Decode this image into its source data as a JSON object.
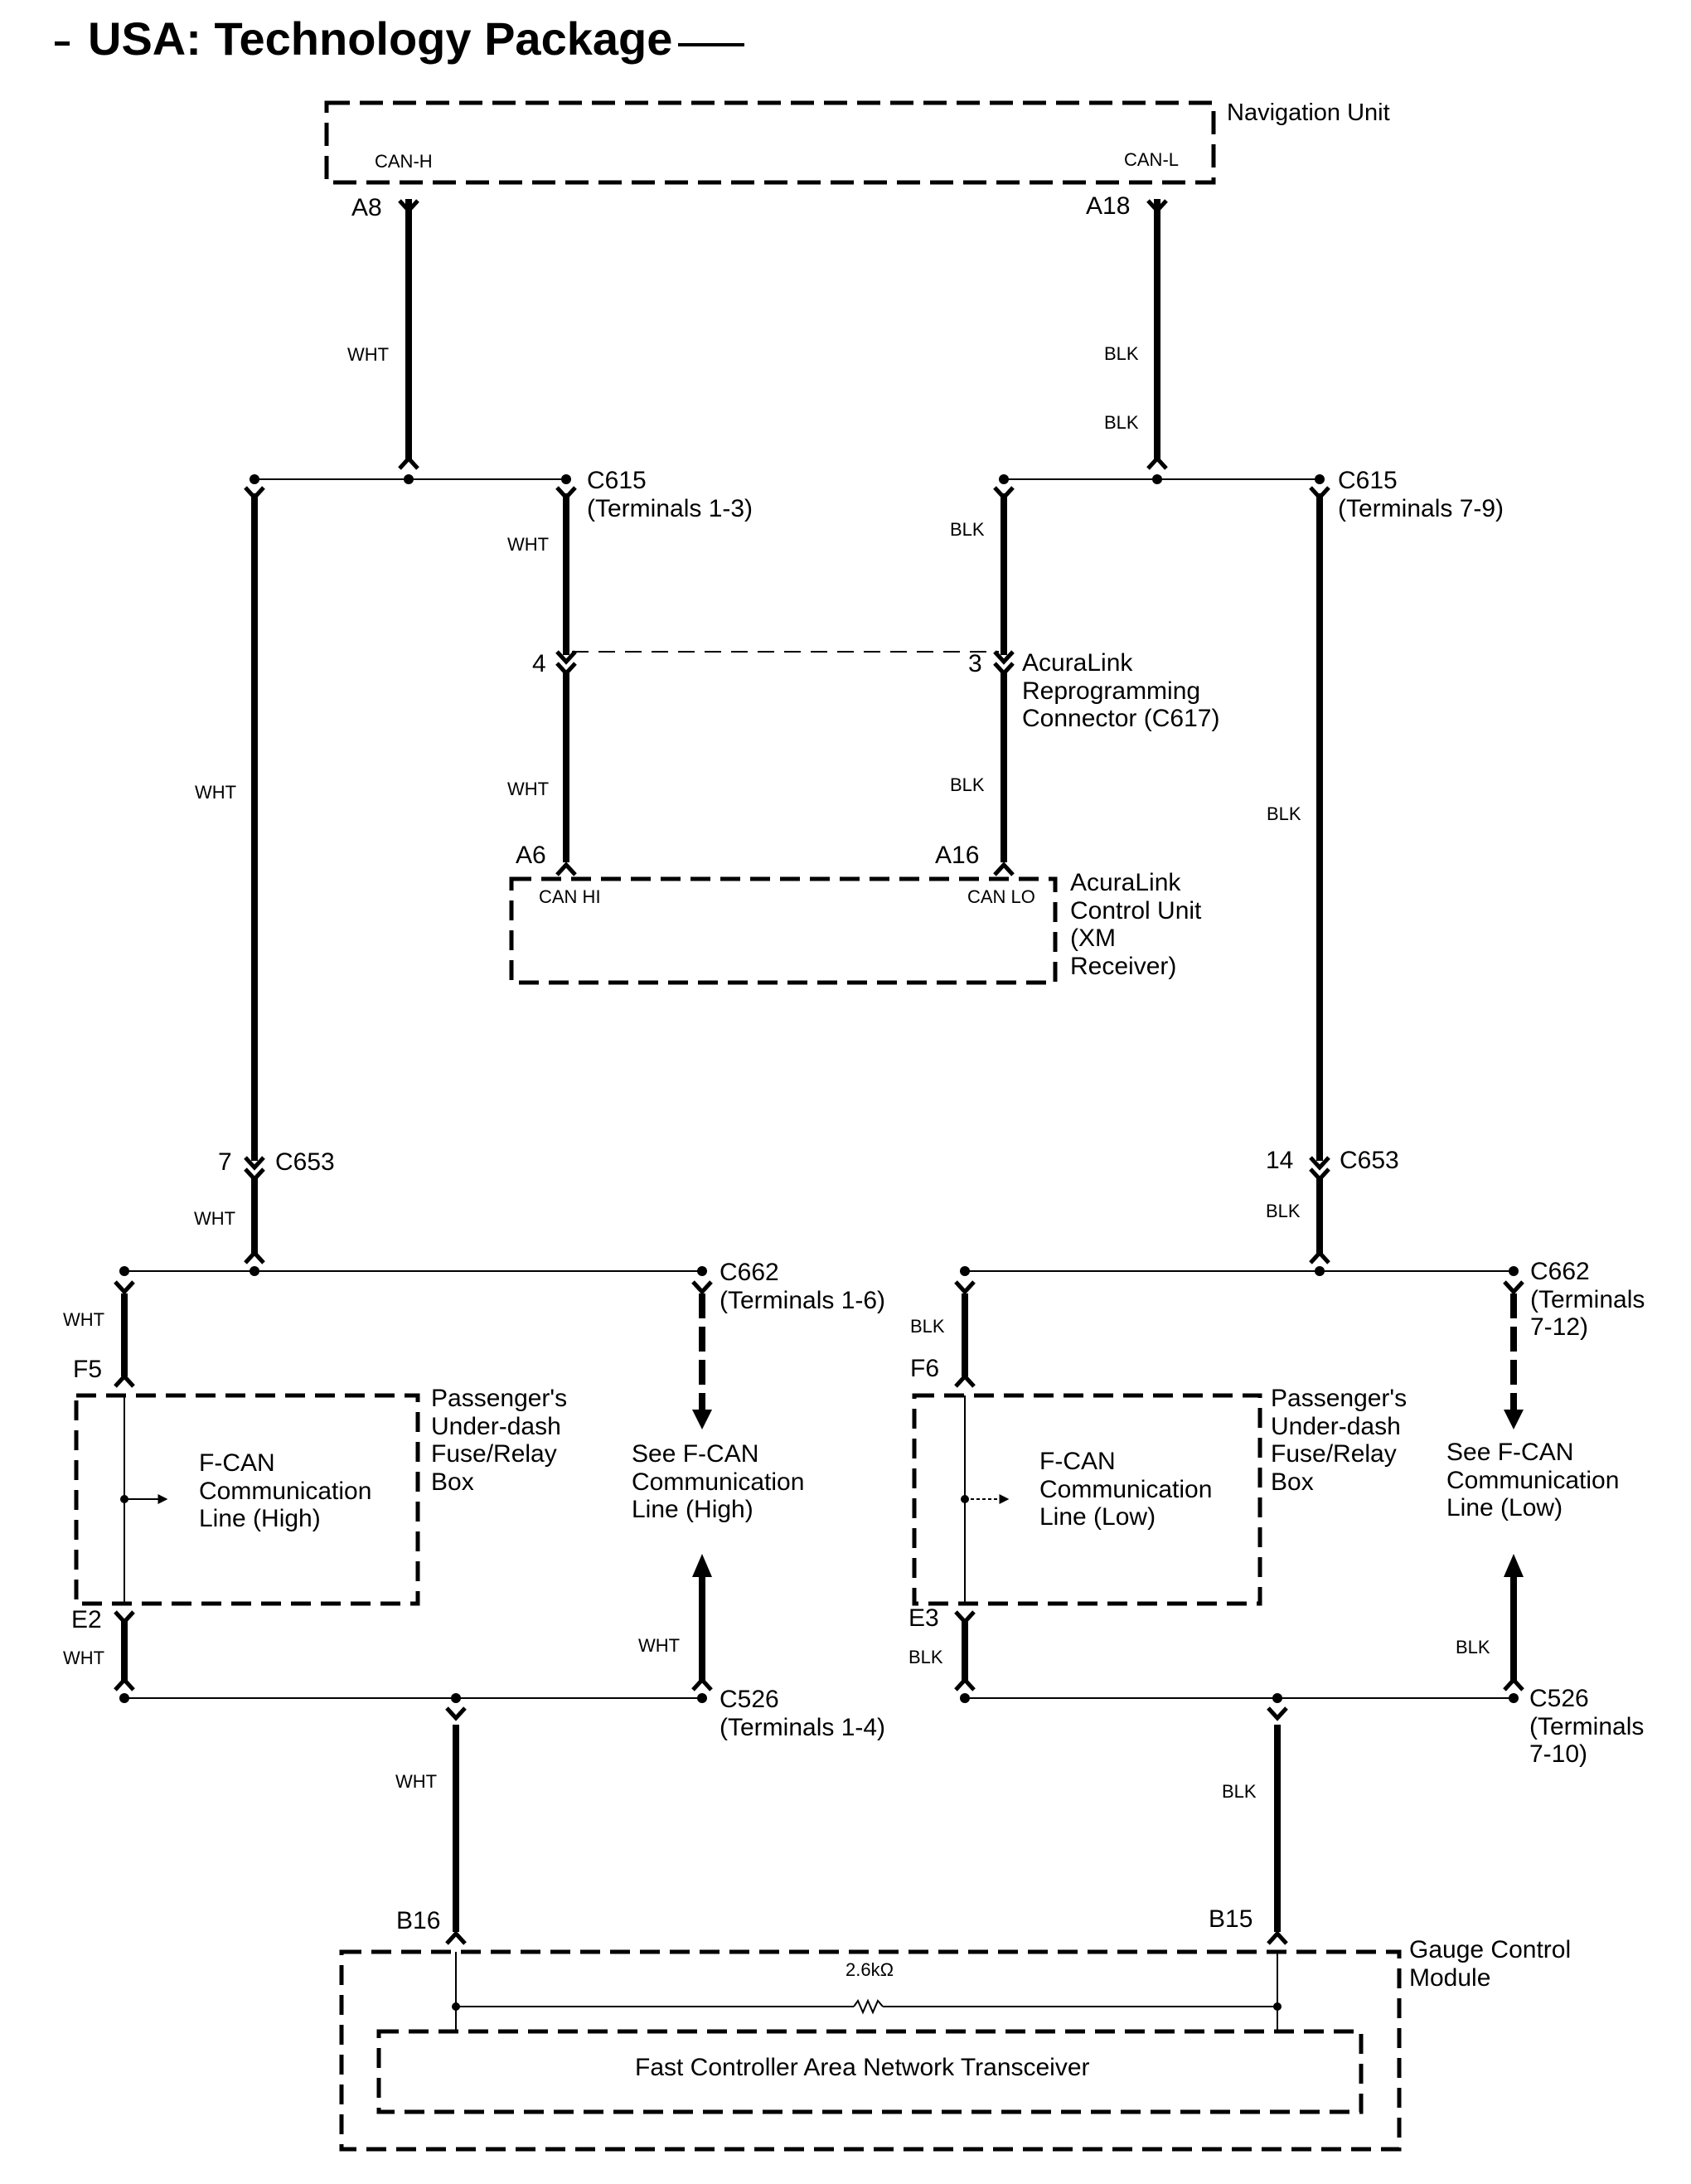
{
  "title": "USA: Technology Package",
  "components": {
    "navigation_unit": {
      "name": "Navigation Unit",
      "pin_high_label": "CAN-H",
      "pin_low_label": "CAN-L",
      "pin_high": "A8",
      "pin_low": "A18"
    },
    "acuralink_control_unit": {
      "name": "AcuraLink\nControl Unit\n(XM\nReceiver)",
      "pin_high_label": "CAN HI",
      "pin_low_label": "CAN LO",
      "pin_high": "A6",
      "pin_low": "A16"
    },
    "reprogramming_connector": {
      "name": "AcuraLink\nReprogramming\nConnector (C617)",
      "pin_high": "4",
      "pin_low": "3"
    },
    "fuse_box_high": {
      "name": "Passenger's\nUnder-dash\nFuse/Relay\nBox",
      "inner": "F-CAN\nCommunication\nLine (High)",
      "pin_top": "F5",
      "pin_bottom": "E2"
    },
    "fuse_box_low": {
      "name": "Passenger's\nUnder-dash\nFuse/Relay\nBox",
      "inner": "F-CAN\nCommunication\nLine (Low)",
      "pin_top": "F6",
      "pin_bottom": "E3"
    },
    "gauge_control_module": {
      "name": "Gauge Control\nModule",
      "pin_high": "B16",
      "pin_low": "B15",
      "resistor": "2.6kΩ",
      "transceiver": "Fast Controller Area Network Transceiver"
    }
  },
  "connectors": {
    "c615_high": "C615\n(Terminals 1-3)",
    "c615_low": "C615\n(Terminals 7-9)",
    "c653_high": {
      "name": "C653",
      "pin": "7"
    },
    "c653_low": {
      "name": "C653",
      "pin": "14"
    },
    "c662_high": "C662\n(Terminals 1-6)",
    "c662_low": "C662\n(Terminals\n7-12)",
    "c526_high": "C526\n(Terminals 1-4)",
    "c526_low": "C526\n(Terminals\n7-10)"
  },
  "references": {
    "see_high": "See F-CAN\nCommunication\nLine (High)",
    "see_low": "See F-CAN\nCommunication\nLine (Low)"
  },
  "wire_colors": {
    "high": "WHT",
    "low": "BLK"
  }
}
